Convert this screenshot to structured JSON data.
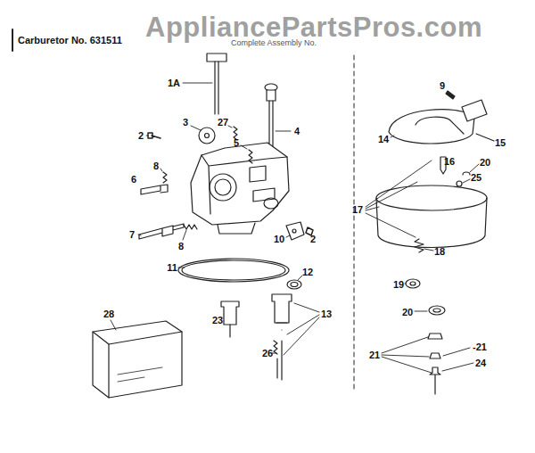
{
  "diagram": {
    "title": "Carburetor No. 631511",
    "labels": [
      "AppliancePartsPros.com",
      "Complete Assembly No.",
      "1A",
      "2",
      "3",
      "27",
      "4",
      "5",
      "6",
      "8",
      "7",
      "8",
      "10",
      "2",
      "11",
      "12",
      "13",
      "23",
      "26",
      "28",
      "9",
      "14",
      "15",
      "16",
      "20",
      "25",
      "17",
      "18",
      "19",
      "20",
      "21",
      "-21",
      "24"
    ]
  }
}
